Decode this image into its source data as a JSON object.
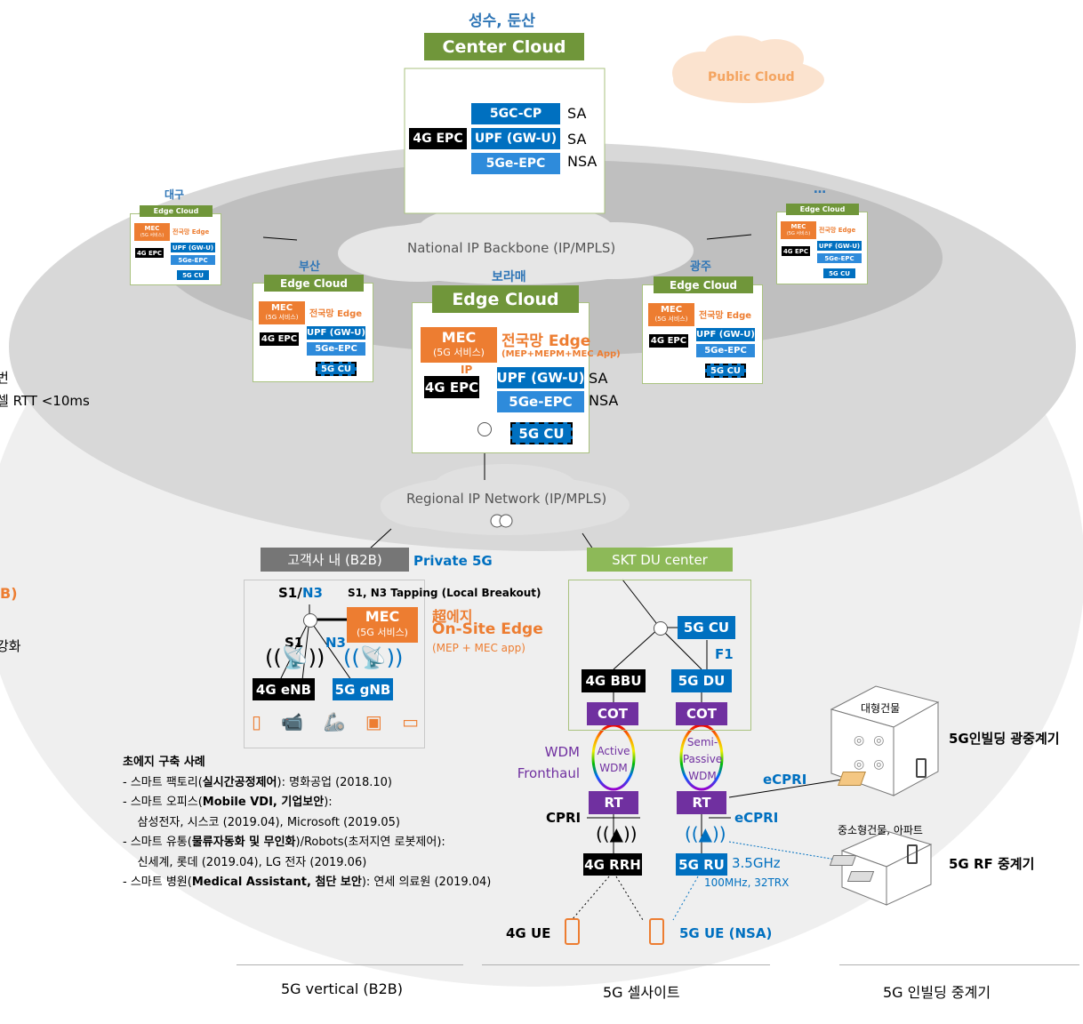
{
  "center": {
    "site": "성수, 둔산",
    "title": "Center Cloud",
    "epc4g": "4G EPC",
    "cp": "5GC-CP",
    "upf": "UPF (GW-U)",
    "ge_epc": "5Ge-EPC",
    "sa1": "SA",
    "sa2": "SA",
    "nsa": "NSA"
  },
  "public_cloud": "Public Cloud",
  "backbone": "National IP Backbone (IP/MPLS)",
  "regional": "Regional IP Network (IP/MPLS)",
  "edge_common": {
    "title": "Edge Cloud",
    "mec": "MEC",
    "mec_sub": "(5G 서비스)",
    "national_edge": "전국망 Edge",
    "ip": "IP",
    "epc4g": "4G EPC",
    "upf": "UPF (GW-U)",
    "ge_epc": "5Ge-EPC",
    "cu": "5G CU"
  },
  "edges": {
    "daegu": "대구",
    "busan": "부산",
    "boramae": "보라매",
    "gwangju": "광주",
    "more": "…"
  },
  "boramae": {
    "mep_note": "(MEP+MEPM+MEC App)",
    "sa": "SA",
    "nsa": "NSA"
  },
  "left_fragments": {
    "line1": "번",
    "line2": "셀 RTT <10ms",
    "line3": "B)",
    "line4": "강화"
  },
  "b2b": {
    "header": "고객사 내 (B2B)",
    "private5g": "Private 5G",
    "s1n3_s1": "S1/",
    "s1n3_n3": "N3",
    "tapping": "S1, N3 Tapping (Local Breakout)",
    "mec": "MEC",
    "mec_sub": "(5G 서비스)",
    "super_edge": "超에지",
    "onsite": "On-Site Edge",
    "onsite_sub": "(MEP + MEC app)",
    "s1": "S1",
    "n3": "N3",
    "enb": "4G eNB",
    "gnb": "5G gNB"
  },
  "cases": {
    "heading": "초에지 구축 사례",
    "items": [
      {
        "pre": "- 스마트 팩토리(",
        "bold": "실시간공정제어",
        "post": "): 명화공업 (2018.10)"
      },
      {
        "pre": "- 스마트 오피스(",
        "bold": "Mobile VDI, 기업보안",
        "post": "):"
      },
      {
        "pre": "    삼성전자, 시스코 (2019.04), Microsoft (2019.05)",
        "bold": "",
        "post": ""
      },
      {
        "pre": "- 스마트 유통(",
        "bold": "물류자동화 및 무인화",
        "post": ")/Robots(초저지연 로봇제어):"
      },
      {
        "pre": "    신세계, 롯데 (2019.04), LG 전자 (2019.06)",
        "bold": "",
        "post": ""
      },
      {
        "pre": "- 스마트 병원(",
        "bold": "Medical Assistant, 첨단 보안",
        "post": "): 연세 의료원 (2019.04)"
      }
    ]
  },
  "du": {
    "header": "SKT DU center",
    "cu": "5G CU",
    "f1": "F1",
    "bbu": "4G BBU",
    "du": "5G DU",
    "cot": "COT",
    "active_wdm": "Active WDM",
    "semi_passive": "Semi-Passive WDM",
    "wdm_label": "WDM Fronthaul",
    "rt": "RT",
    "cpri": "CPRI",
    "ecpri": "eCPRI",
    "rrh": "4G RRH",
    "ru": "5G RU",
    "ghz": "3.5GHz",
    "bw": "100MHz, 32TRX",
    "ue4g": "4G UE",
    "ue5g": "5G UE (NSA)"
  },
  "inbuilding": {
    "large": "대형건물",
    "optical": "5G인빌딩 광중계기",
    "ecpri": "eCPRI",
    "small": "중소형건물, 아파트",
    "rf": "5G RF 중계기"
  },
  "footer": {
    "b2b": "5G vertical (B2B)",
    "cell": "5G 셀사이트",
    "inbuilding": "5G 인빌딩 중계기"
  },
  "colors": {
    "blue": "#0070c0",
    "orange": "#ed7d31",
    "green": "#70963a",
    "purple": "#7030a0",
    "black": "#000000"
  }
}
